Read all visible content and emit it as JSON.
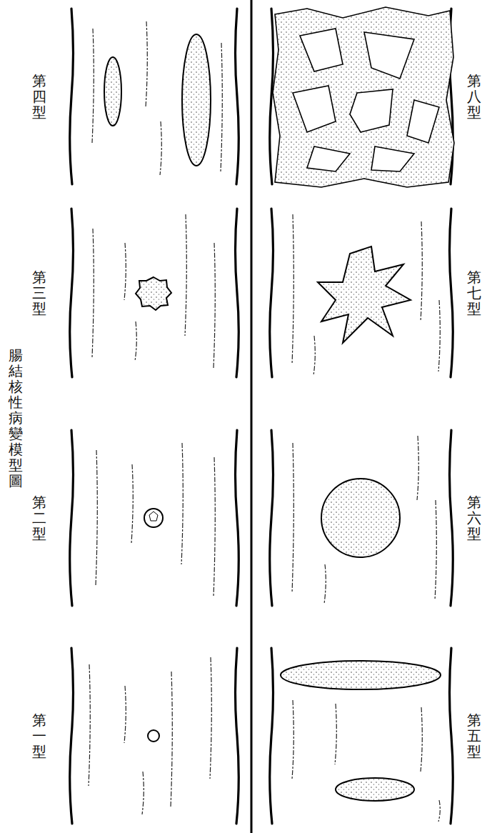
{
  "diagram": {
    "title": "腸結核性病變模型圖",
    "labels": [
      "第一型",
      "第二型",
      "第三型",
      "第四型",
      "第五型",
      "第六型",
      "第七型",
      "第八型"
    ]
  }
}
